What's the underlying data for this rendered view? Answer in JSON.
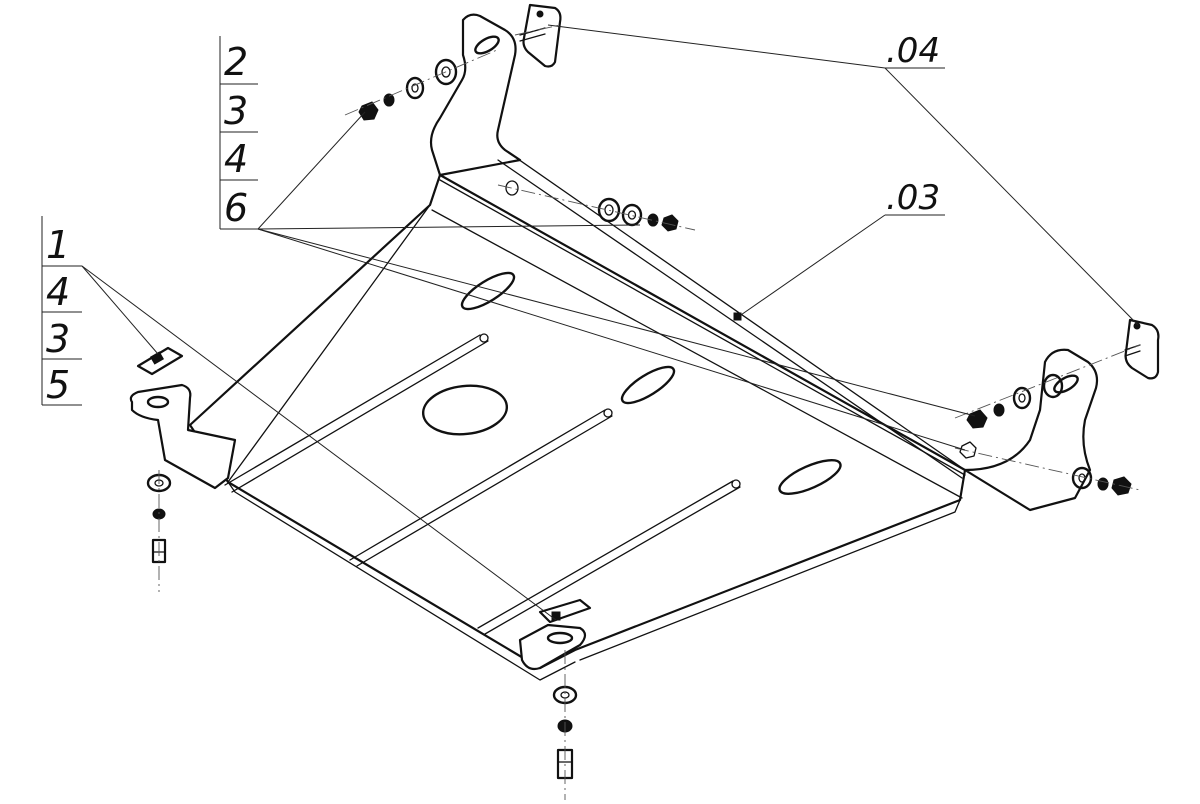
{
  "diagram": {
    "callouts": {
      "group_top_left": [
        "2",
        "3",
        "4",
        "6"
      ],
      "group_left": [
        "1",
        "4",
        "3",
        "5"
      ],
      "part_03": ".03",
      "part_04": ".04"
    }
  }
}
